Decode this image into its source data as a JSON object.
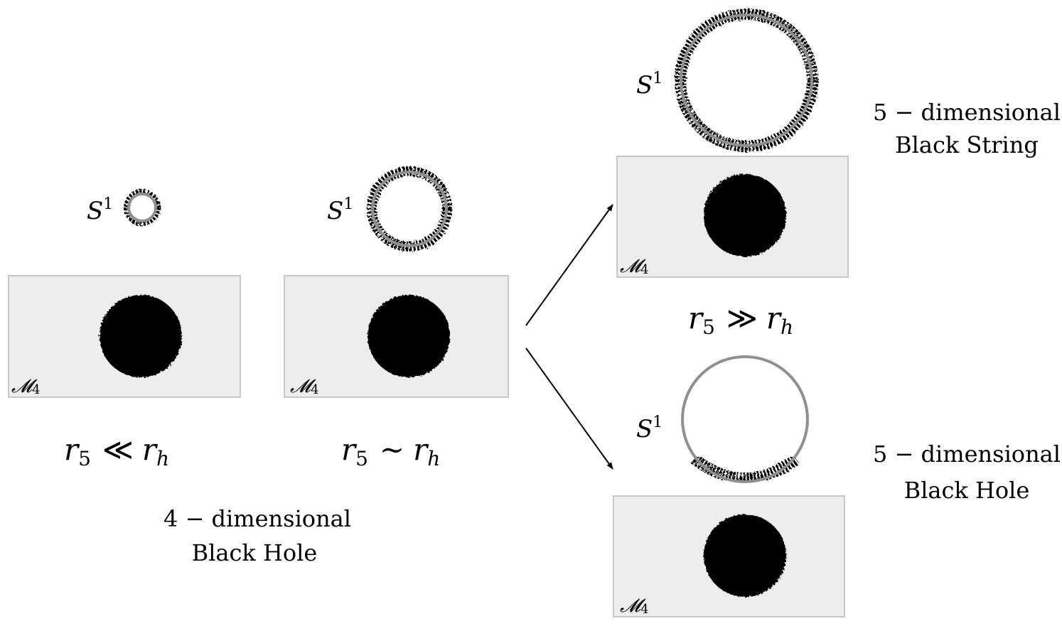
{
  "diagram": {
    "manifold_label": "𝓜",
    "manifold_sub": "4",
    "circle_label": "S",
    "circle_sup": "1",
    "panels": [
      {
        "condition_r": "r",
        "condition_sub5": "5",
        "condition_rel": "≪",
        "condition_rh": "r",
        "condition_subh": "h"
      },
      {
        "condition_r": "r",
        "condition_sub5": "5",
        "condition_rel": "∼",
        "condition_rh": "r",
        "condition_subh": "h"
      },
      {
        "condition_r": "r",
        "condition_sub5": "5",
        "condition_rel": "≫",
        "condition_rh": "r",
        "condition_subh": "h"
      }
    ],
    "captions": {
      "four_d_line1": "4 − dimensional",
      "four_d_line2": "Black Hole",
      "string_line1": "5 − dimensional",
      "string_line2": "Black String",
      "five_bh_line1": "5 − dimensional",
      "five_bh_line2": "Black Hole"
    },
    "colors": {
      "manifold_fill": "#ededed",
      "manifold_stroke": "#c8c8c8",
      "circle_stroke": "#8f8f8f",
      "black_hole": "#000000"
    }
  }
}
